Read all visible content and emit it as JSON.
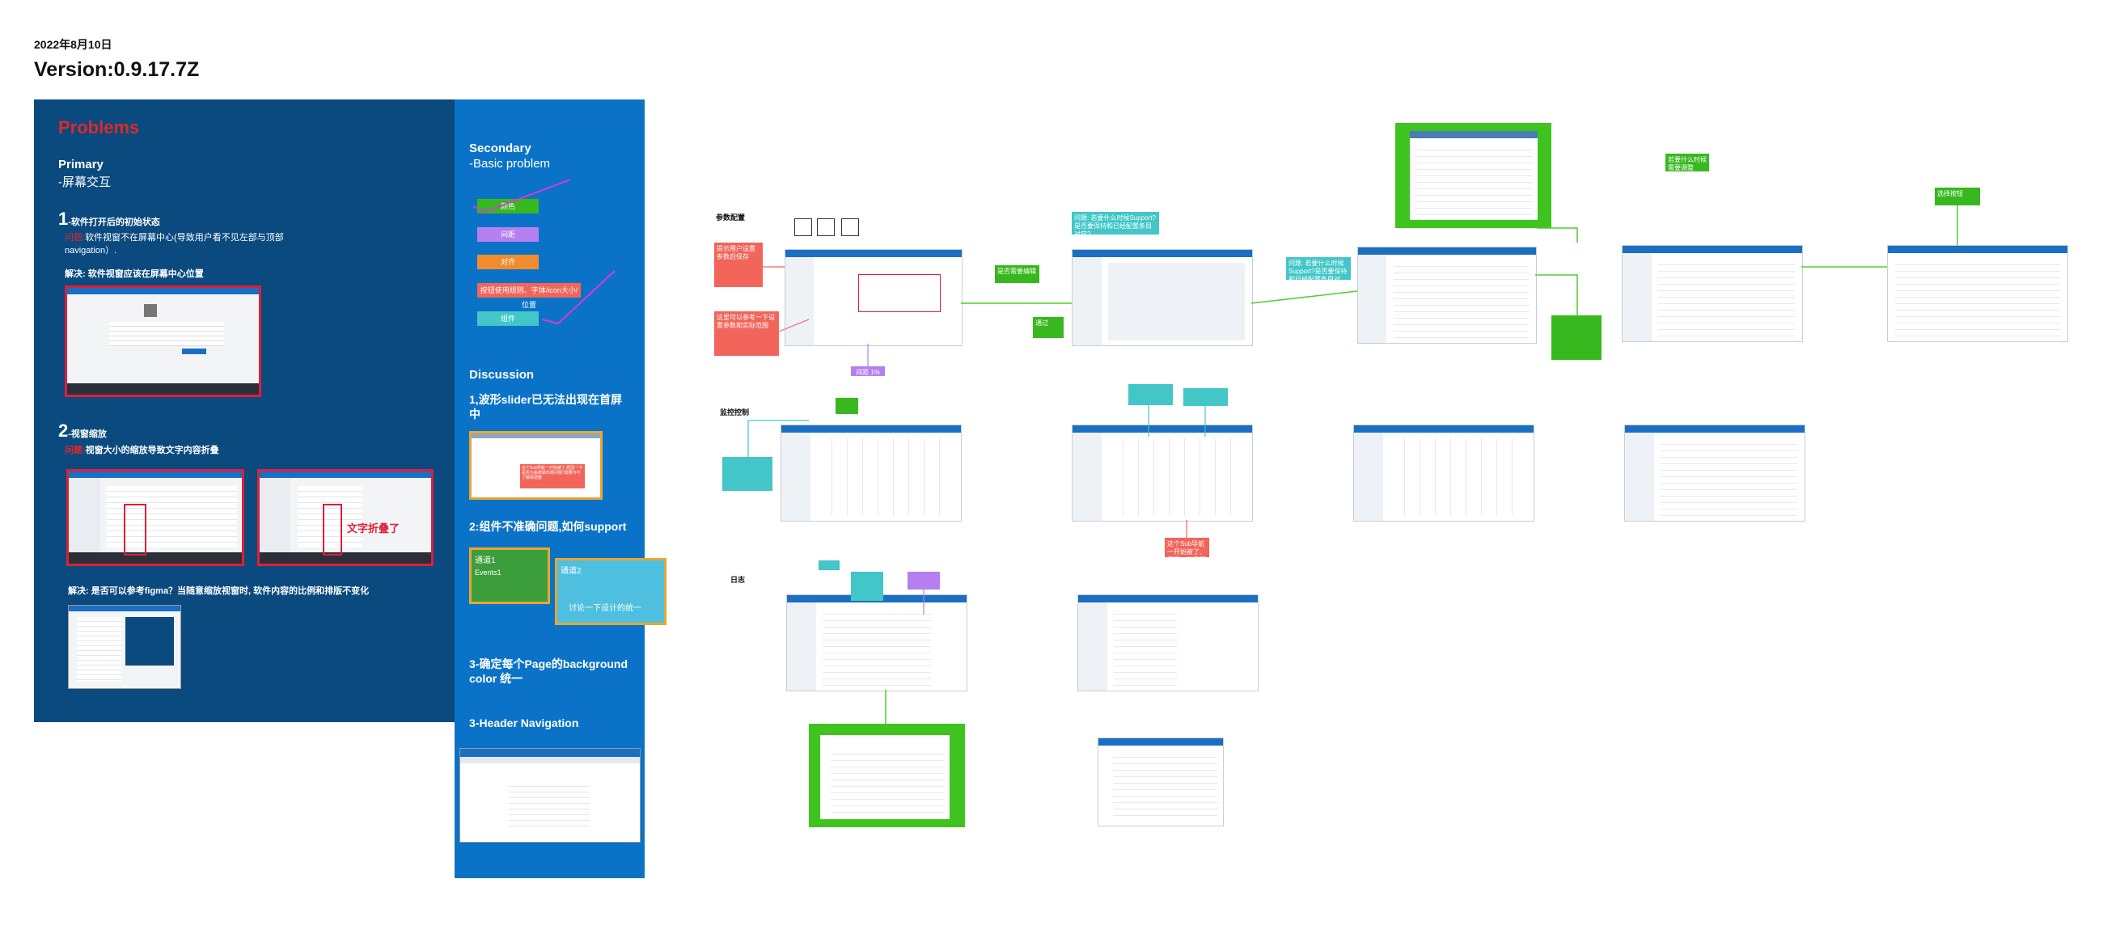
{
  "header": {
    "date": "2022年8月10日",
    "version": "Version:0.9.17.7Z"
  },
  "problems": {
    "title": "Problems",
    "primary_label": "Primary",
    "primary_sub": "-屏幕交互",
    "item1": {
      "num": "1",
      "title": "-软件打开后的初始状态",
      "issue_prefix": "问题:",
      "issue": "软件视窗不在屏幕中心(导致用户看不见左部与顶部navigation）.",
      "solution": "解决: 软件视窗应该在屏幕中心位置"
    },
    "item2": {
      "num": "2",
      "title": "-视窗缩放",
      "issue_prefix": "问题:",
      "issue": "视窗大小的缩放导致文字内容折叠",
      "callout": "文字折叠了",
      "solution": "解决: 是否可以参考figma？当随意缩放视窗时, 软件内容的比例和排版不变化"
    }
  },
  "secondary": {
    "label": "Secondary",
    "sub": "-Basic problem",
    "chips": [
      {
        "text": "颜色",
        "color": "#37b81f"
      },
      {
        "text": "间距",
        "color": "#b57ff0"
      },
      {
        "text": "对齐",
        "color": "#f08c2e"
      },
      {
        "text": "按钮使用规则、字体/icon大小/位置",
        "color": "#f2655a"
      },
      {
        "text": "组件",
        "color": "#42c6c8"
      }
    ]
  },
  "discussion": {
    "label": "Discussion",
    "d1": "1,波形slider已无法出现在首屏中",
    "d1_note": "这个Sub导航一开始被了,原因一下是否为系统做布局问题?需要与与了解那调整",
    "d2": "2:组件不准确问题,如何support",
    "d2_card1_title": "通道1",
    "d2_card1_value": "Events1",
    "d2_card2_title": "通道2",
    "d2_card2_note": "讨论一下设计的统一",
    "d3": "3-确定每个Page的background color 统一",
    "d4": "3-Header Navigation"
  },
  "canvas": {
    "section_labels": [
      "参数配置",
      "监控控制",
      "日志"
    ],
    "notes": [
      "提示用户设置参数后保存",
      "问题: 若要什么时候Support?是否要保持和已经配置条目对应?",
      "问题: 若要什么时候Support?是否要保持和已经配置条目对应?",
      "这里可以参考一下设置参数和实际范围",
      "是否需要编辑",
      "通过",
      "若要什么时候需要调整",
      "这个Sub导航一开始被了,原因一下是否为系统做布局问题",
      "选择按钮"
    ],
    "purple_note": "间距 1%"
  },
  "colors": {
    "board_dark": "#0a4a7f",
    "board_blue": "#0b73c7",
    "problem_red": "#e02828",
    "note_green": "#3fc41f",
    "note_teal": "#42c6c8",
    "note_salmon": "#f2655a"
  }
}
